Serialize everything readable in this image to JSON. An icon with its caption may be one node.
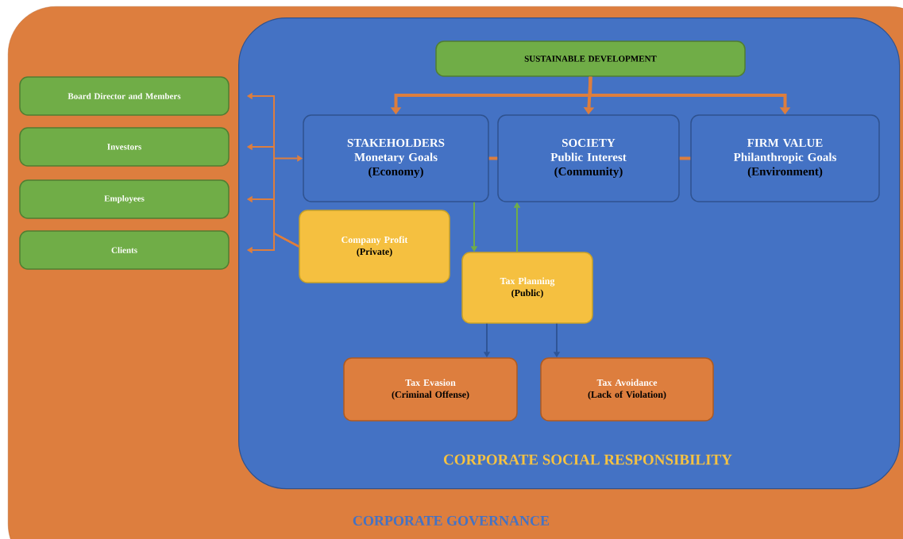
{
  "diagram": {
    "nodes": [
      {
        "text": [
          "CORPORATE GOVERNANCE"
        ]
      },
      {
        "text": [
          "CORPORATE SOCIAL RESPONSIBILITY"
        ],
        "in": 0
      },
      {
        "text": [
          "Board Director and Members"
        ],
        "in": 0
      },
      {
        "text": [
          "Investors"
        ],
        "in": 0
      },
      {
        "text": [
          "Employees"
        ],
        "in": 0
      },
      {
        "text": [
          "Clients"
        ],
        "in": 0
      },
      {
        "text": [
          "SUSTAINABLE DEVELOPMENT"
        ],
        "in": 1
      },
      {
        "text": [
          "STAKEHOLDERS",
          "Monetary Goals",
          "(Economy)"
        ],
        "in": 1
      },
      {
        "text": [
          "SOCIETY",
          "Public Interest",
          "(Community)"
        ],
        "in": 1
      },
      {
        "text": [
          "FIRM VALUE",
          "Philanthropic Goals",
          "(Environment)"
        ],
        "in": 1
      },
      {
        "text": [
          "Company Profit",
          "(Private)"
        ],
        "in": 1
      },
      {
        "text": [
          "Tax Planning",
          "(Public)"
        ],
        "in": 1
      },
      {
        "text": [
          "Tax Evasion",
          "(Criminal Offense)"
        ],
        "in": 1
      },
      {
        "text": [
          "Tax Avoidance",
          "(Lack of Violation)"
        ],
        "in": 1
      }
    ],
    "edges": [
      {
        "from": 6,
        "to": 7,
        "arrow": "to",
        "style": "thick"
      },
      {
        "from": 6,
        "to": 8,
        "arrow": "to",
        "style": "thick"
      },
      {
        "from": 6,
        "to": 9,
        "arrow": "to",
        "style": "thick"
      },
      {
        "from": 7,
        "to": 8,
        "arrow": "none",
        "style": "thick"
      },
      {
        "from": 8,
        "to": 9,
        "arrow": "none",
        "style": "thick"
      },
      {
        "from": 10,
        "to": 2,
        "arrow": "to"
      },
      {
        "from": 10,
        "to": 3,
        "arrow": "to"
      },
      {
        "from": 10,
        "to": 4,
        "arrow": "to"
      },
      {
        "from": 10,
        "to": 5,
        "arrow": "to"
      },
      {
        "from": 10,
        "to": 7,
        "arrow": "to"
      },
      {
        "from": 7,
        "to": 11,
        "arrow": "to",
        "color": "#70ad47"
      },
      {
        "from": 11,
        "to": 8,
        "arrow": "to",
        "color": "#70ad47"
      },
      {
        "from": 11,
        "to": 12,
        "arrow": "to",
        "color": "#2f5597"
      },
      {
        "from": 11,
        "to": 13,
        "arrow": "to",
        "color": "#2f5597"
      }
    ]
  }
}
